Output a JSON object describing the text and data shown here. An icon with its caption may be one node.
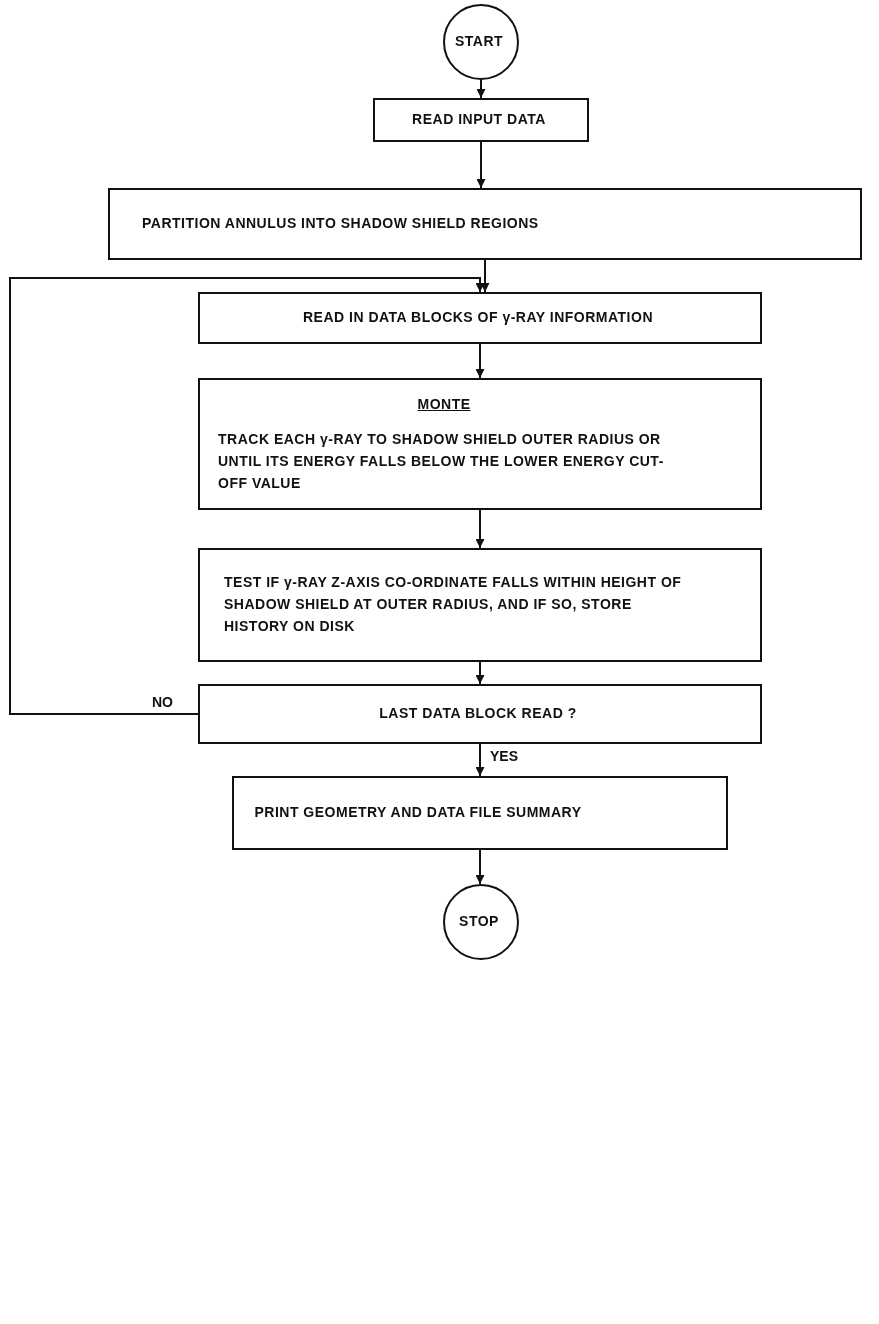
{
  "diagram": {
    "nodes": [
      {
        "text": [
          "START"
        ]
      },
      {
        "text": [
          "READ INPUT DATA"
        ]
      },
      {
        "text": [
          "PARTITION ANNULUS INTO SHADOW SHIELD REGIONS"
        ]
      },
      {
        "text": [
          "READ IN DATA BLOCKS OF γ-RAY INFORMATION"
        ]
      },
      {
        "text": [
          "MONTE",
          "TRACK EACH γ-RAY TO SHADOW SHIELD OUTER RADIUS OR UNTIL ITS ENERGY FALLS BELOW THE LOWER ENERGY CUT-OFF VALUE"
        ]
      },
      {
        "text": [
          "TEST IF γ-RAY Z-AXIS CO-ORDINATE FALLS WITHIN HEIGHT OF SHADOW SHIELD AT OUTER RADIUS, AND IF SO, STORE HISTORY ON DISK"
        ]
      },
      {
        "text": [
          "LAST DATA BLOCK READ ?"
        ]
      },
      {
        "text": [
          "PRINT GEOMETRY AND DATA FILE SUMMARY"
        ]
      },
      {
        "text": [
          "STOP"
        ]
      }
    ],
    "edges": [
      {
        "from": 0,
        "to": 1,
        "arrow": "to"
      },
      {
        "from": 1,
        "to": 2,
        "arrow": "to"
      },
      {
        "from": 2,
        "to": 3,
        "arrow": "to"
      },
      {
        "from": 3,
        "to": 4,
        "arrow": "to"
      },
      {
        "from": 4,
        "to": 5,
        "arrow": "to"
      },
      {
        "from": 5,
        "to": 6,
        "arrow": "to"
      },
      {
        "from": 6,
        "to": 7,
        "label": "YES",
        "arrow": "to"
      },
      {
        "from": 7,
        "to": 8,
        "arrow": "to"
      },
      {
        "from": 6,
        "to": 3,
        "label": "NO",
        "arrow": "to"
      }
    ]
  }
}
